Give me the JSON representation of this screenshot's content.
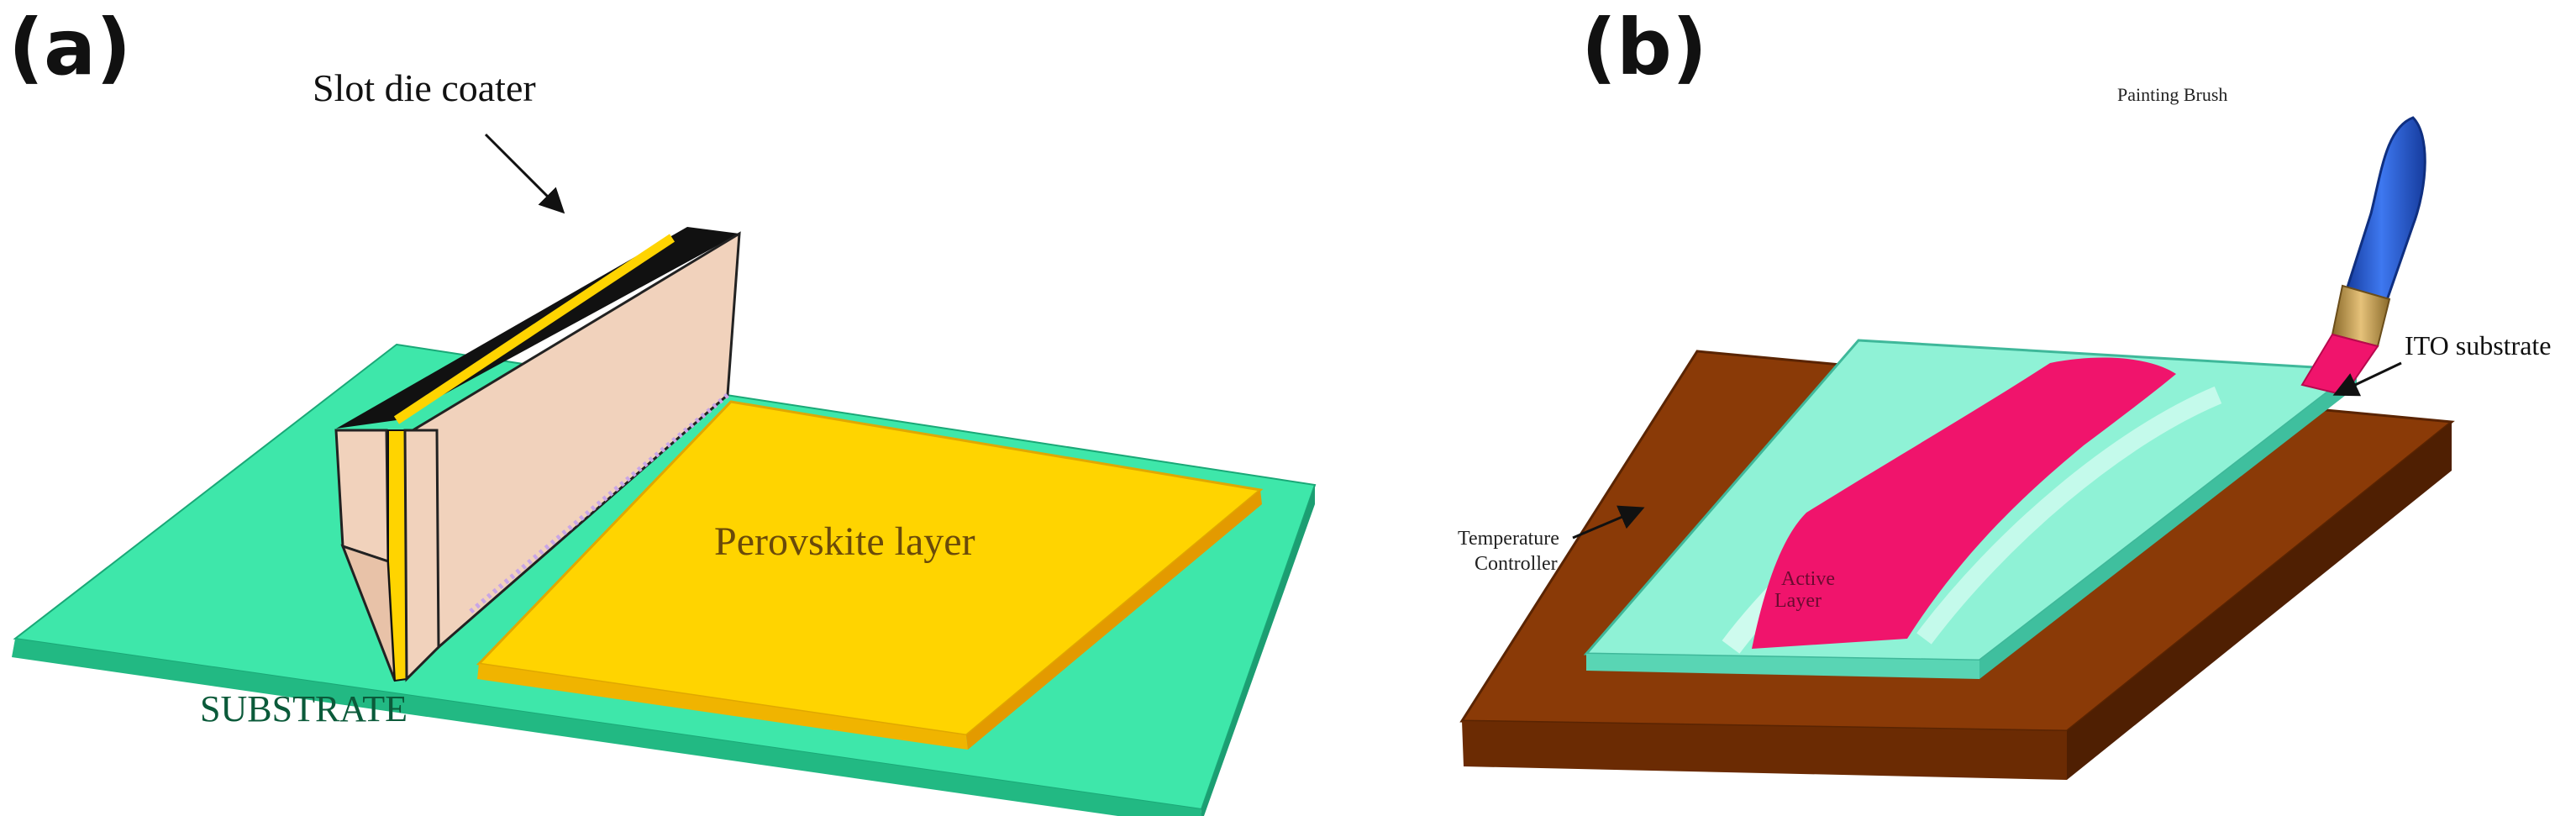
{
  "panels": {
    "a": {
      "label": "(a)",
      "slot_die_label": "Slot die coater",
      "perovskite_label": "Perovskite layer",
      "substrate_label": "SUBSTRATE"
    },
    "b": {
      "label": "(b)",
      "brush_label": "Painting Brush",
      "ito_label": "ITO substrate",
      "temp_label_line1": "Temperature",
      "temp_label_line2": "Controller",
      "active_label_line1": "Active",
      "active_label_line2": "Layer"
    }
  },
  "colors": {
    "substrate_green": "#33e6a6",
    "perovskite_yellow": "#ffd400",
    "coater_body": "#f1d2bc",
    "coater_top": "#111111",
    "heater_brown": "#8a3a07",
    "ito_glass": "#8ff2d6",
    "active_pink": "#f0146c",
    "brush_blue": "#1f4fd0",
    "ferrule_gold": "#c59a4e"
  }
}
